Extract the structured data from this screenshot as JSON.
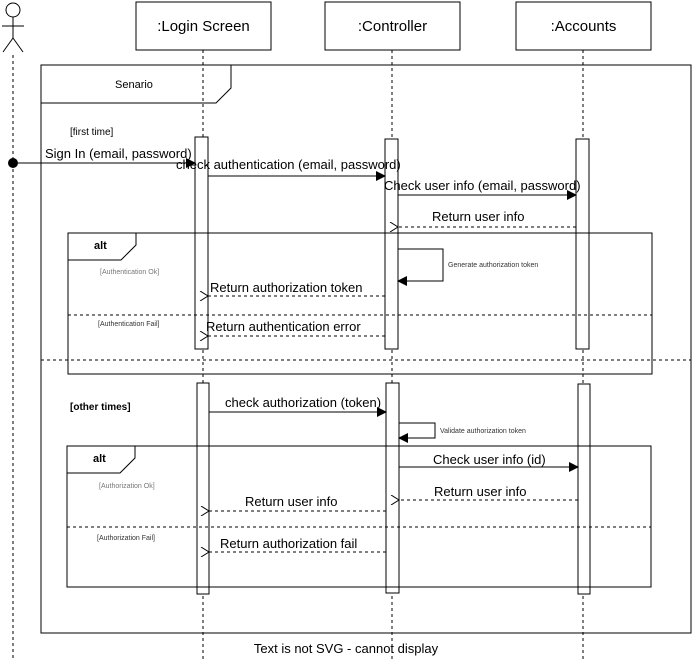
{
  "participants": [
    {
      "id": "login",
      "label": ":Login Screen"
    },
    {
      "id": "controller",
      "label": ":Controller"
    },
    {
      "id": "accounts",
      "label": ":Accounts"
    }
  ],
  "frame": {
    "title": "Senario"
  },
  "first_block": {
    "guard": "[first time]",
    "messages": {
      "sign_in": "Sign  In (email, password)",
      "check_auth": "check authentication (email, password)",
      "check_user_info": "Check user info (email, password)",
      "return_user_info": "Return user info",
      "generate_token": "Generate authorization token",
      "return_token": "Return authorization token",
      "return_error": "Return authentication error"
    },
    "alt": {
      "keyword": "alt",
      "guard_ok": "[Authentication Ok]",
      "guard_fail": "[Authentication Fail]"
    }
  },
  "second_block": {
    "guard": "[other times]",
    "messages": {
      "check_authorization": "check authorization (token)",
      "validate_token": "Validate authorization token",
      "check_user_info_id": "Check user info (id)",
      "return_user_info_acc": "Return user info",
      "return_user_info_ctrl": "Return user info",
      "return_fail": "Return authorization fail"
    },
    "alt": {
      "keyword": "alt",
      "guard_ok": "[Authorization Ok]",
      "guard_fail": "[Authorization Fail]"
    }
  },
  "footer": "Text is not SVG - cannot display"
}
